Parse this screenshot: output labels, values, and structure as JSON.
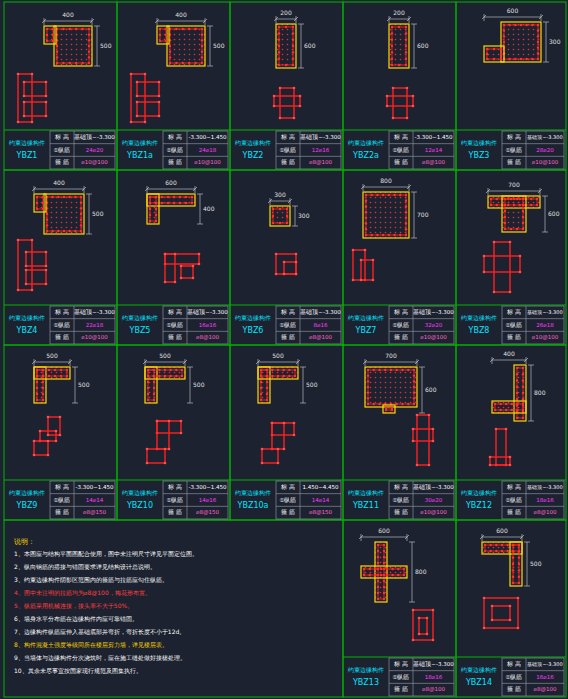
{
  "diagram": {
    "nodes": [
      {
        "text": [
          "约束边缘构件",
          "YBZ1"
        ]
      },
      {
        "text": [
          "约束边缘构件",
          "YBZ1a"
        ]
      },
      {
        "text": [
          "约束边缘构件",
          "YBZ2"
        ]
      },
      {
        "text": [
          "约束边缘构件",
          "YBZ2a"
        ]
      },
      {
        "text": [
          "约束边缘构件",
          "YBZ3"
        ]
      },
      {
        "text": [
          "约束边缘构件",
          "YBZ4"
        ]
      },
      {
        "text": [
          "约束边缘构件",
          "YBZ5"
        ]
      },
      {
        "text": [
          "约束边缘构件",
          "YBZ6"
        ]
      },
      {
        "text": [
          "约束边缘构件",
          "YBZ7"
        ]
      },
      {
        "text": [
          "约束边缘构件",
          "YBZ8"
        ]
      },
      {
        "text": [
          "约束边缘构件",
          "YBZ9"
        ]
      },
      {
        "text": [
          "约束边缘构件",
          "YBZ10"
        ]
      },
      {
        "text": [
          "约束边缘构件",
          "YBZ10a"
        ]
      },
      {
        "text": [
          "约束边缘构件",
          "YBZ11"
        ]
      },
      {
        "text": [
          "约束边缘构件",
          "YBZ12"
        ]
      },
      {
        "text": [
          "约束边缘构件",
          "YBZ13"
        ]
      },
      {
        "text": [
          "约束边缘构件",
          "YBZ14"
        ]
      }
    ],
    "labels": [
      "400",
      "500",
      "标 高",
      "基础顶~-3.300",
      "①纵筋",
      "24⌀20",
      "箍 筋",
      "⌀10@100",
      "400",
      "500",
      "标 高",
      "-3.300~1.450",
      "①纵筋",
      "24⌀18",
      "箍 筋",
      "⌀10@100",
      "200",
      "600",
      "标 高",
      "基础顶~-3.300",
      "①纵筋",
      "12⌀16",
      "箍 筋",
      "⌀8@100",
      "200",
      "600",
      "标 高",
      "-3.300~1.450",
      "①纵筋",
      "12⌀14",
      "箍 筋",
      "⌀8@100",
      "600",
      "300",
      "标 高",
      "基础顶~-3.300",
      "①纵筋",
      "28⌀20",
      "箍 筋",
      "⌀10@100",
      "400",
      "500",
      "标 高",
      "基础顶~-3.300",
      "①纵筋",
      "22⌀18",
      "箍 筋",
      "⌀10@100",
      "600",
      "400",
      "标 高",
      "基础顶~-3.300",
      "①纵筋",
      "16⌀16",
      "箍 筋",
      "⌀8@100",
      "300",
      "300",
      "标 高",
      "基础顶~-3.300",
      "①纵筋",
      "8⌀16",
      "箍 筋",
      "⌀8@100",
      "800",
      "700",
      "标 高",
      "基础顶~-3.300",
      "①纵筋",
      "32⌀20",
      "箍 筋",
      "⌀10@100",
      "700",
      "600",
      "标 高",
      "基础顶~-3.300",
      "①纵筋",
      "26⌀18",
      "箍 筋",
      "⌀10@100",
      "500",
      "500",
      "标 高",
      "-3.300~1.450",
      "①纵筋",
      "14⌀14",
      "箍 筋",
      "⌀8@150",
      "500",
      "500",
      "标 高",
      "-3.300~1.450",
      "①纵筋",
      "14⌀16",
      "箍 筋",
      "⌀8@150",
      "500",
      "500",
      "标 高",
      "1.450~4.450",
      "①纵筋",
      "14⌀14",
      "箍 筋",
      "⌀8@150",
      "700",
      "600",
      "标 高",
      "基础顶~-3.300",
      "①纵筋",
      "30⌀20",
      "箍 筋",
      "⌀10@100",
      "400",
      "800",
      "标 高",
      "基础顶~-3.300",
      "①纵筋",
      "18⌀16",
      "箍 筋",
      "⌀8@100",
      "600",
      "800",
      "标 高",
      "基础顶~-3.300",
      "①纵筋",
      "18⌀16",
      "箍 筋",
      "⌀8@100",
      "600",
      "500",
      "标 高",
      "基础顶~-3.300",
      "①纵筋",
      "16⌀16",
      "箍 筋",
      "⌀8@100",
      "说明：",
      "1、本图应与结构平面图配合使用，图中未注明尺寸详见平面定位图。",
      "2、纵向钢筋的搭接与锚固要求详见结构设计总说明。",
      "3、约束边缘构件阴影区范围内的箍筋与拉筋应勾住纵筋。",
      "4、图中未注明的拉筋均为⌀8@100，梅花形布置。",
      "5、纵筋采用机械连接，接头率不大于50%。",
      "6、墙身水平分布筋在边缘构件内应可靠锚固。",
      "7、边缘构件纵筋应伸入基础底部并弯折，弯折长度不小于12d。",
      "8、构件混凝土强度等级同所在楼层剪力墙，详见楼层表。",
      "9、当墙体与边缘构件分次浇筑时，应在施工缝处做好接槎处理。",
      "10、其余未尽事宜按国家现行规范及图集执行。"
    ]
  }
}
